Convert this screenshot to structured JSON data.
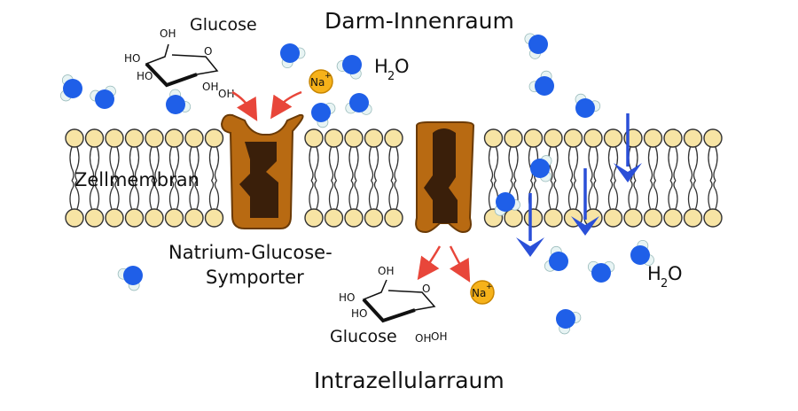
{
  "labels": {
    "lumen": "Darm-Innenraum",
    "intracellular": "Intrazellularraum",
    "membrane": "Zellmembran",
    "symporter_line1": "Natrium-Glucose-",
    "symporter_line2": "Symporter",
    "glucose_top": "Glucose",
    "glucose_bottom": "Glucose",
    "water_top": "H",
    "water_top_sub": "2",
    "water_top_tail": "O",
    "water_bottom": "H",
    "water_bottom_sub": "2",
    "water_bottom_tail": "O",
    "sodium_top": "Na",
    "sodium_top_charge": "+",
    "sodium_bottom": "Na",
    "sodium_bottom_charge": "+"
  },
  "glucose_groups": {
    "top": [
      "OH",
      "HO",
      "HO",
      "O",
      "OH",
      "OH"
    ],
    "bottom": [
      "OH",
      "HO",
      "HO",
      "O",
      "OH",
      "OH"
    ]
  },
  "colors": {
    "background": "#ffffff",
    "lipid_head": "#f7e4a4",
    "lipid_outline": "#333333",
    "protein": "#b86a12",
    "protein_channel": "#3a1f0a",
    "water_oxygen": "#1f5fe8",
    "water_hydrogen": "#e8f4f4",
    "sodium_fill": "#f6b21a",
    "arrow_red": "#e8463a",
    "arrow_blue": "#2a4fd8"
  },
  "icons": [
    "lipid-bilayer",
    "sglt-protein",
    "water-molecule",
    "sodium-ion",
    "glucose-molecule",
    "flow-arrow"
  ]
}
